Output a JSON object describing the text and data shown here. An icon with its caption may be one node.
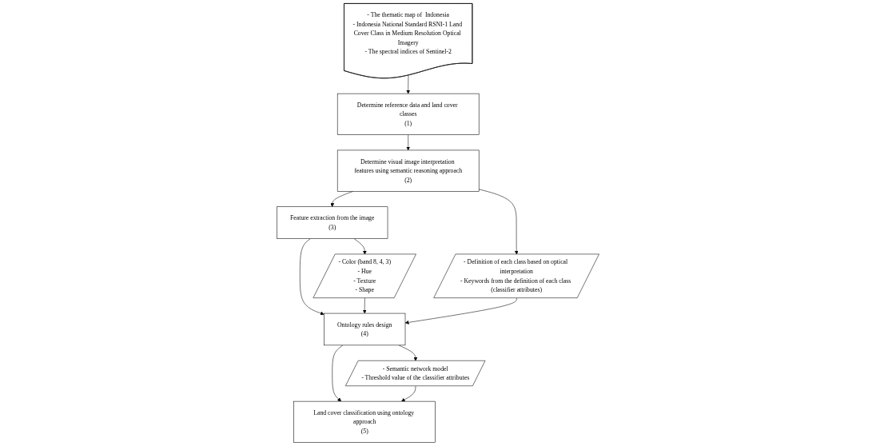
{
  "diagram": {
    "nodes": [
      {
        "text": [
          "- The thematic map of  Indonesia",
          "- Indonesia National Standard RSNI-1 Land Cover Class in Medium Resolution Optical Imagery",
          "- The spectral indices of Sentinel-2"
        ]
      },
      {
        "text": [
          "Determine reference data and land cover classes",
          "(1)"
        ]
      },
      {
        "text": [
          "Determine visual image interpretation features using semantic reasoning approach",
          "(2)"
        ]
      },
      {
        "text": [
          "- Definition of each class based on optical interpretation",
          "- Keywords from the definition of each class (classifier attributes)"
        ]
      },
      {
        "text": [
          "- Color (band 8, 4, 3)",
          "- Hue",
          "- Texture",
          "- Shape"
        ]
      },
      {
        "text": [
          "Feature extraction from the image",
          "(3)"
        ]
      },
      {
        "text": [
          "Ontology rules design",
          "(4)"
        ]
      },
      {
        "text": [
          "- Semantic network model",
          "- Threshold value of the classifier attributes"
        ]
      },
      {
        "text": [
          "Land cover classification using ontology approach",
          "(5)"
        ]
      }
    ],
    "edges": [
      {
        "from": 0,
        "to": 1,
        "arrow": "to"
      },
      {
        "from": 1,
        "to": 2,
        "arrow": "to"
      },
      {
        "from": 2,
        "to": 3,
        "arrow": "to"
      },
      {
        "from": 2,
        "to": 5,
        "arrow": "to"
      },
      {
        "from": 5,
        "to": 4,
        "arrow": "to"
      },
      {
        "from": 5,
        "to": 6,
        "arrow": "to"
      },
      {
        "from": 4,
        "to": 6,
        "arrow": "to"
      },
      {
        "from": 3,
        "to": 6,
        "arrow": "to"
      },
      {
        "from": 6,
        "to": 7,
        "arrow": "to"
      },
      {
        "from": 6,
        "to": 8,
        "arrow": "to"
      },
      {
        "from": 7,
        "to": 8,
        "arrow": "to"
      }
    ]
  }
}
